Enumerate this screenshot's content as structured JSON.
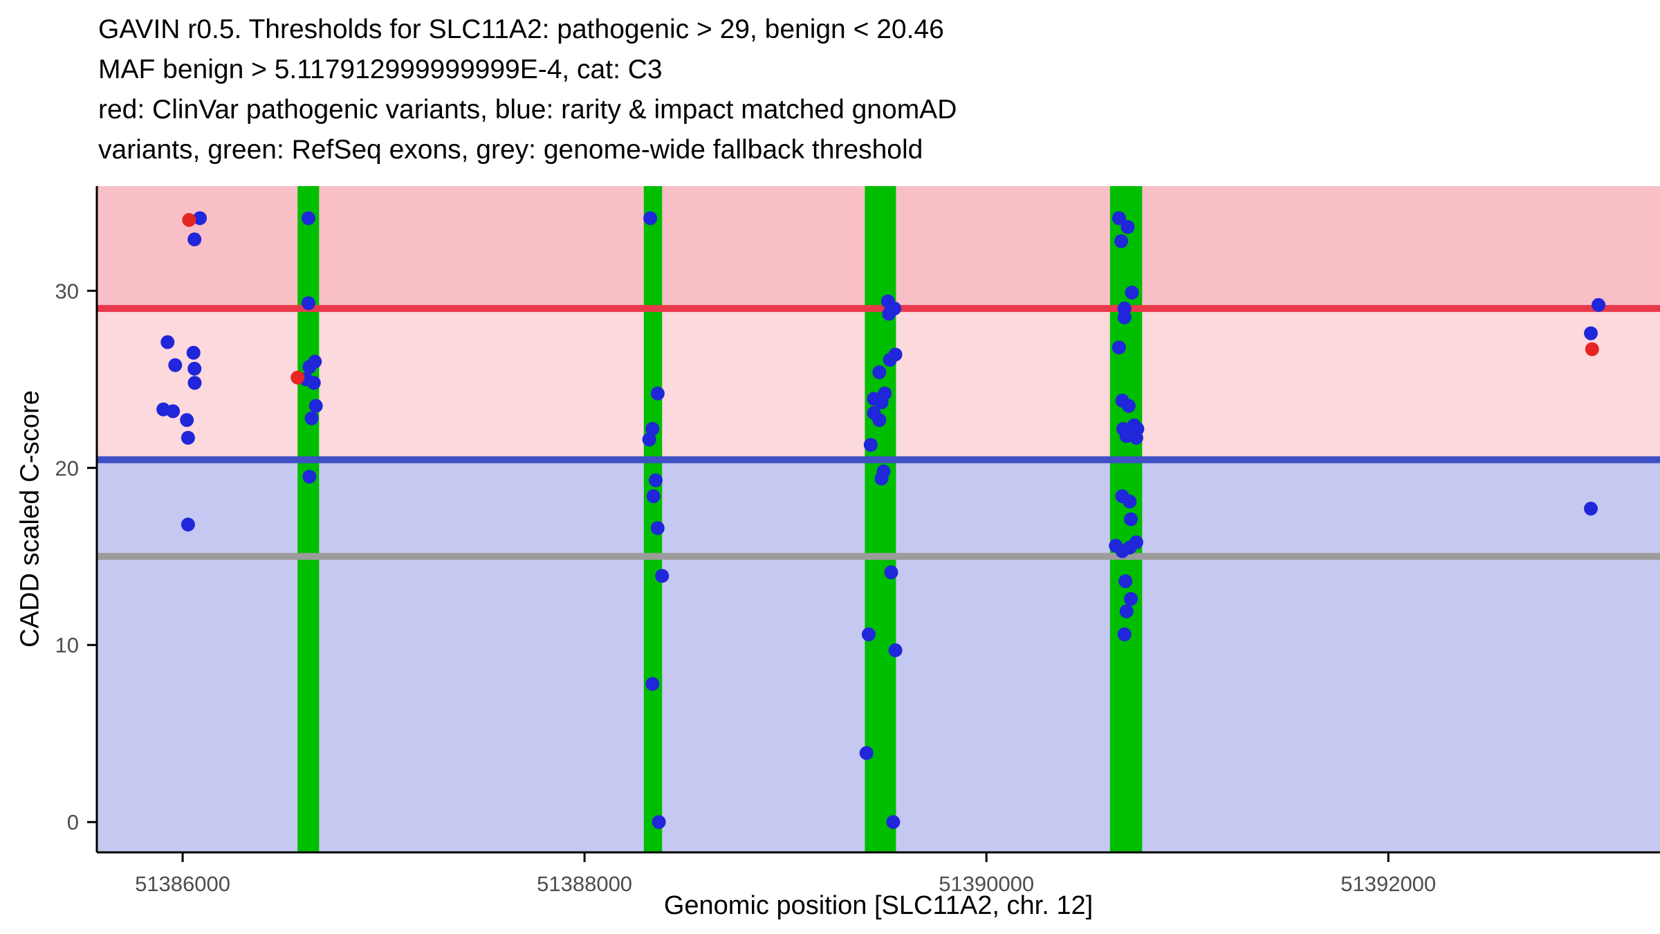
{
  "title": {
    "line1": "GAVIN r0.5. Thresholds for SLC11A2: pathogenic > 29, benign < 20.46",
    "line2": "MAF benign > 5.117912999999999E-4, cat: C3",
    "line3": "red: ClinVar pathogenic variants, blue: rarity & impact matched gnomAD",
    "line4": "variants, green: RefSeq exons, grey: genome-wide fallback threshold"
  },
  "chart_data": {
    "type": "scatter",
    "title": "GAVIN r0.5. Thresholds for SLC11A2: pathogenic > 29, benign < 20.46 MAF benign > 5.117912999999999E-4, cat: C3",
    "xlabel": "Genomic position [SLC11A2, chr. 12]",
    "ylabel": "CADD scaled C-score",
    "xlim": [
      51385573,
      51393352
    ],
    "ylim": [
      -1.71,
      35.91
    ],
    "x_ticks": [
      51386000,
      51388000,
      51390000,
      51392000
    ],
    "y_ticks": [
      0,
      10,
      20,
      30
    ],
    "grid": false,
    "legend_position": "none",
    "thresholds": [
      {
        "name": "pathogenic",
        "y": 29,
        "color": "#e8394b"
      },
      {
        "name": "benign",
        "y": 20.46,
        "color": "#3d50c4"
      },
      {
        "name": "fallback",
        "y": 15,
        "color": "#9c9c9c"
      }
    ],
    "bands": [
      {
        "name": "pathogenic-zone",
        "from": 29,
        "to": 35.91,
        "color": "#f8bfc6"
      },
      {
        "name": "intermediate-zone",
        "from": 20.46,
        "to": 29,
        "color": "#fbd9dc"
      },
      {
        "name": "benign-zone",
        "from": -1.71,
        "to": 20.46,
        "color": "#c5c8f0"
      }
    ],
    "exons": [
      [
        51386572,
        51386679
      ],
      [
        51388295,
        51388386
      ],
      [
        51389395,
        51389550
      ],
      [
        51390615,
        51390775
      ]
    ],
    "colors": {
      "exon": "#00be00",
      "axis": "#000000",
      "tick_text": "#4d4d4d",
      "point_gnomad": "#2026d9",
      "point_clinvar": "#e62525"
    },
    "series": [
      {
        "key": "gnomad",
        "name": "rarity & impact matched gnomAD variants",
        "color": "#2026d9",
        "points": [
          [
            51386086,
            34.1
          ],
          [
            51386059,
            32.9
          ],
          [
            51385925,
            27.1
          ],
          [
            51386054,
            26.5
          ],
          [
            51385963,
            25.8
          ],
          [
            51386059,
            25.6
          ],
          [
            51386060,
            24.8
          ],
          [
            51385904,
            23.3
          ],
          [
            51385952,
            23.2
          ],
          [
            51386021,
            22.7
          ],
          [
            51386027,
            21.7
          ],
          [
            51386027,
            16.8
          ],
          [
            51386626,
            34.1
          ],
          [
            51386626,
            29.3
          ],
          [
            51386658,
            26.0
          ],
          [
            51386631,
            25.7
          ],
          [
            51386615,
            25.0
          ],
          [
            51386653,
            24.8
          ],
          [
            51386663,
            23.5
          ],
          [
            51386642,
            22.8
          ],
          [
            51386631,
            19.5
          ],
          [
            51388327,
            34.1
          ],
          [
            51388364,
            24.2
          ],
          [
            51388338,
            22.2
          ],
          [
            51388322,
            21.6
          ],
          [
            51388354,
            19.3
          ],
          [
            51388343,
            18.4
          ],
          [
            51388364,
            16.6
          ],
          [
            51388386,
            13.9
          ],
          [
            51388338,
            7.8
          ],
          [
            51388370,
            0.0
          ],
          [
            51389510,
            29.4
          ],
          [
            51389542,
            29.0
          ],
          [
            51389515,
            28.7
          ],
          [
            51389547,
            26.4
          ],
          [
            51389520,
            26.1
          ],
          [
            51389467,
            25.4
          ],
          [
            51389494,
            24.2
          ],
          [
            51389440,
            23.9
          ],
          [
            51389478,
            23.7
          ],
          [
            51389440,
            23.1
          ],
          [
            51389467,
            22.7
          ],
          [
            51389424,
            21.3
          ],
          [
            51389488,
            19.8
          ],
          [
            51389478,
            19.4
          ],
          [
            51389526,
            14.1
          ],
          [
            51389414,
            10.6
          ],
          [
            51389547,
            9.7
          ],
          [
            51389403,
            3.9
          ],
          [
            51389536,
            0.0
          ],
          [
            51390660,
            34.1
          ],
          [
            51390703,
            33.6
          ],
          [
            51390671,
            32.8
          ],
          [
            51390724,
            29.9
          ],
          [
            51390687,
            29.0
          ],
          [
            51390687,
            28.5
          ],
          [
            51390660,
            26.8
          ],
          [
            51390676,
            23.8
          ],
          [
            51390708,
            23.5
          ],
          [
            51390735,
            22.4
          ],
          [
            51390681,
            22.2
          ],
          [
            51390751,
            22.2
          ],
          [
            51390697,
            21.8
          ],
          [
            51390746,
            21.7
          ],
          [
            51390676,
            18.4
          ],
          [
            51390713,
            18.1
          ],
          [
            51390719,
            17.1
          ],
          [
            51390746,
            15.8
          ],
          [
            51390644,
            15.6
          ],
          [
            51390713,
            15.5
          ],
          [
            51390676,
            15.3
          ],
          [
            51390692,
            13.6
          ],
          [
            51390719,
            12.6
          ],
          [
            51390697,
            11.9
          ],
          [
            51390687,
            10.6
          ],
          [
            51393046,
            29.2
          ],
          [
            51393008,
            27.6
          ],
          [
            51393008,
            17.7
          ]
        ]
      },
      {
        "key": "clinvar",
        "name": "ClinVar pathogenic variants",
        "color": "#e62525",
        "points": [
          [
            51386032,
            34.0
          ],
          [
            51386572,
            25.1
          ],
          [
            51393014,
            26.7
          ]
        ]
      }
    ]
  }
}
